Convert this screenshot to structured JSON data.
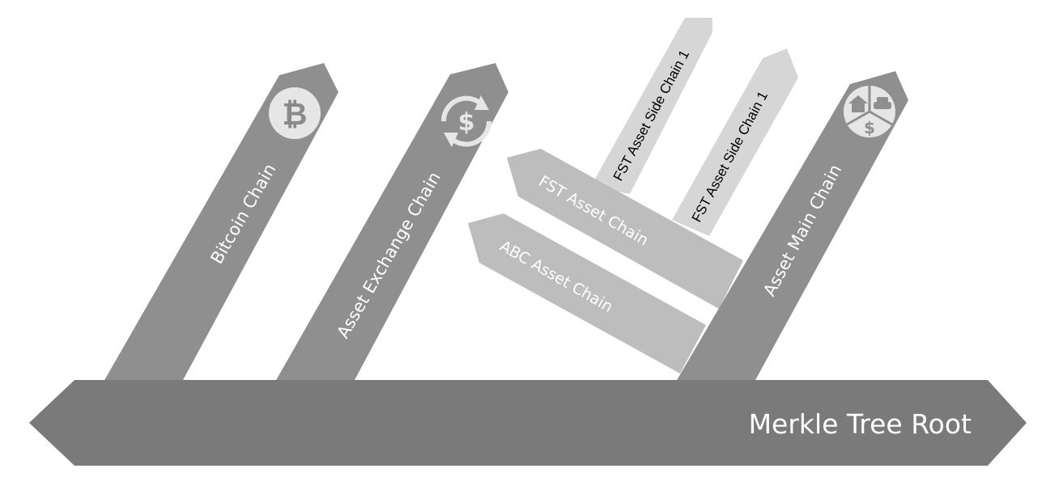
{
  "root": {
    "label": "Merkle Tree Root"
  },
  "chains": {
    "bitcoin": {
      "label": "Bitcoin Chain",
      "icon": "bitcoin-icon",
      "icon_glyph": "₿"
    },
    "exchange": {
      "label": "Asset Exchange Chain",
      "icon": "currency-exchange-icon",
      "icon_glyph": "$"
    },
    "main": {
      "label": "Asset Main Chain",
      "icon": "asset-categories-icon",
      "icon_glyph": "$"
    },
    "fst": {
      "label": "FST Asset Chain"
    },
    "abc": {
      "label": "ABC Asset Chain"
    },
    "side1": {
      "label": "FST Asset Side Chain 1"
    },
    "side2": {
      "label": "FST Asset Side Chain 1"
    }
  },
  "colors": {
    "root": "#7a7a7a",
    "main_arrows": "#8f8f8f",
    "asset_arrows": "#bdbdbd",
    "side_arrows": "#d6d6d6",
    "icon_bg": "#e6e6e6"
  }
}
